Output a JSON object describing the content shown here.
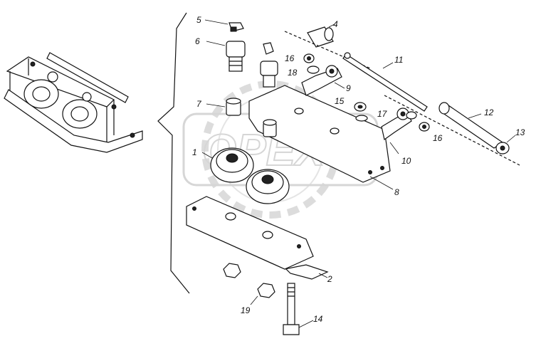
{
  "watermark": {
    "text": "OPEX"
  },
  "part_labels": {
    "p1": "1",
    "p2": "2",
    "p4": "4",
    "p5": "5",
    "p6": "6",
    "p7": "7",
    "p8": "8",
    "p9": "9",
    "p10": "10",
    "p11": "11",
    "p12": "12",
    "p13": "13",
    "p14": "14",
    "p15": "15",
    "p16a": "16",
    "p16b": "16",
    "p17": "17",
    "p18": "18",
    "p19": "19"
  },
  "colors": {
    "line": "#111111",
    "watermark": "#d6d6d6",
    "background": "#ffffff"
  }
}
